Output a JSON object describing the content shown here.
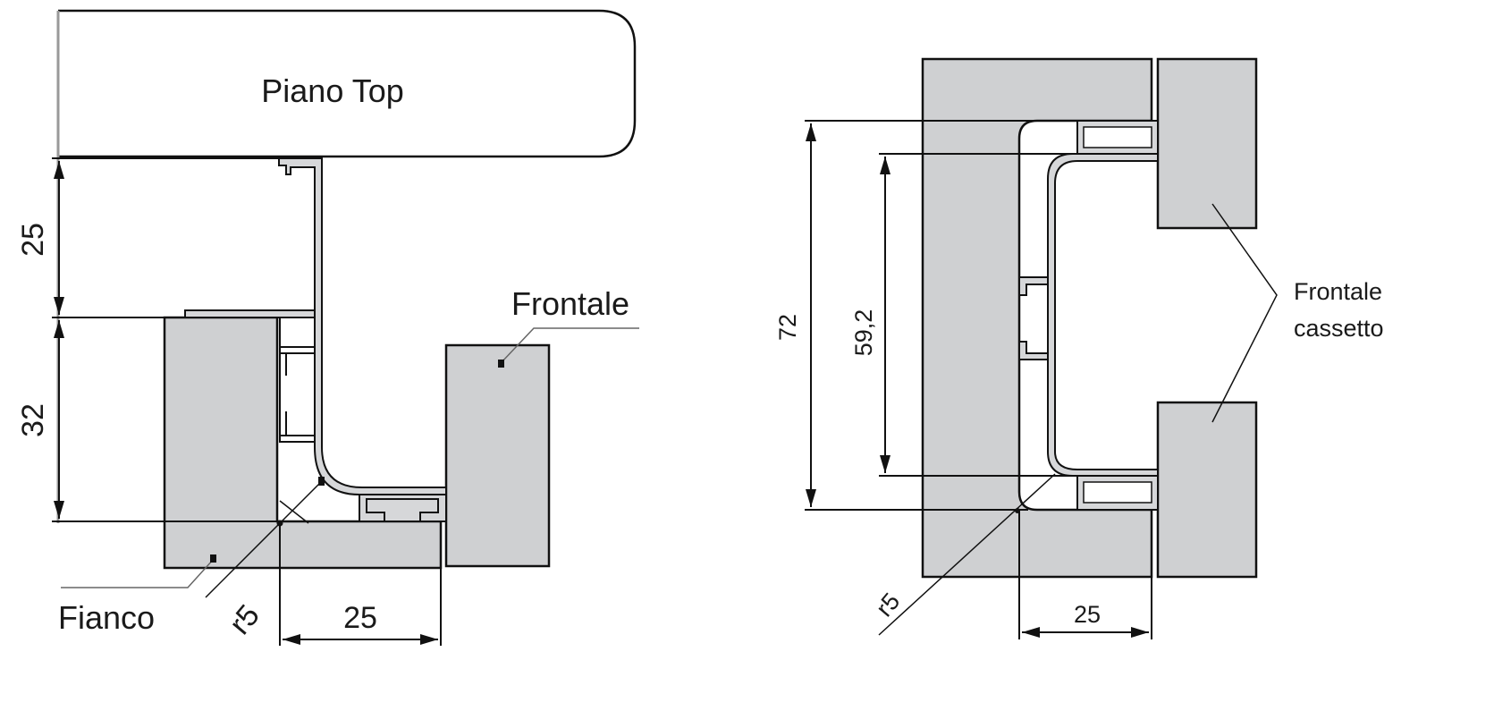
{
  "left_section": {
    "top_label": "Piano Top",
    "front_label": "Frontale",
    "side_label": "Fianco",
    "radius_label": "r5",
    "dim_top": "25",
    "dim_middle": "32",
    "dim_bottom": "25"
  },
  "right_section": {
    "front_label_line1": "Frontale",
    "front_label_line2": "cassetto",
    "radius_label": "r5",
    "dim_outer": "72",
    "dim_inner": "59,2",
    "dim_bottom": "25"
  }
}
